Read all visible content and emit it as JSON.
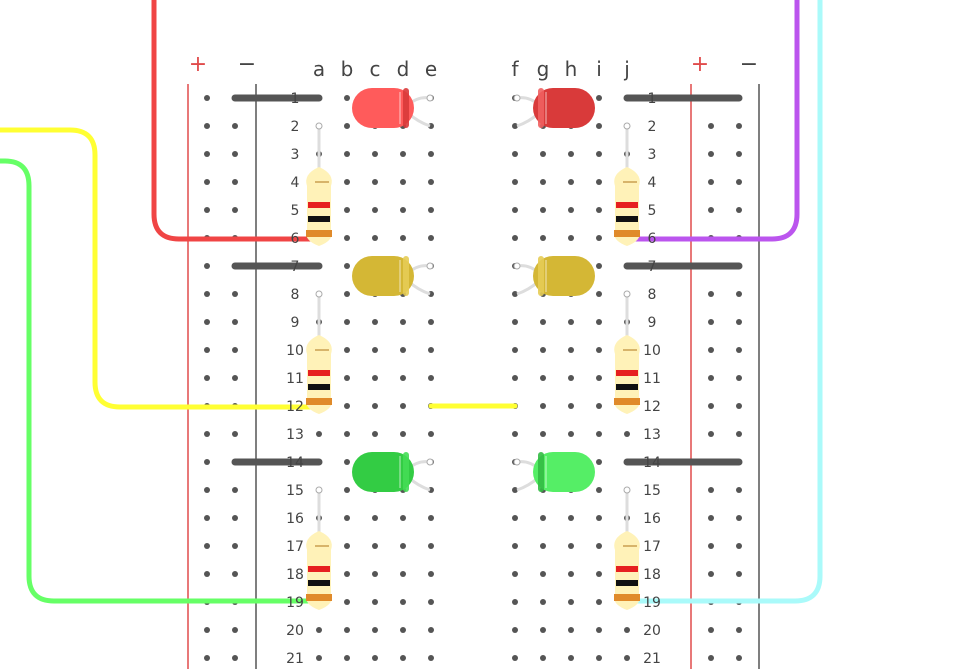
{
  "breadboard": {
    "rail_plus_symbol": "+",
    "rail_minus_symbol": "−",
    "left_columns": [
      "a",
      "b",
      "c",
      "d",
      "e"
    ],
    "right_columns": [
      "f",
      "g",
      "h",
      "i",
      "j"
    ],
    "row_numbers": [
      "1",
      "2",
      "3",
      "4",
      "5",
      "6",
      "7",
      "8",
      "9",
      "10",
      "11",
      "12",
      "13",
      "14",
      "15",
      "16",
      "17",
      "18",
      "19",
      "20",
      "21"
    ]
  },
  "colors": {
    "rail_plus_line": "#e04b4b",
    "rail_minus_line": "#555555",
    "hole": "#555555",
    "led_red": "#ff5b5b",
    "led_red_dark": "#d93a3a",
    "led_yellow": "#d4b735",
    "led_green": "#33cc44",
    "led_green_light": "#55ee66",
    "resistor_body": "#fff2b8",
    "wire_red": "#f04545",
    "wire_yellow": "#ffff33",
    "wire_green": "#66ff66",
    "wire_purple": "#bb55ee",
    "wire_cyan": "#aafafa",
    "jumper": "#555555"
  },
  "components": {
    "leds": [
      {
        "color": "red",
        "side": "left",
        "row": "1"
      },
      {
        "color": "red",
        "side": "right",
        "row": "1"
      },
      {
        "color": "yellow",
        "side": "left",
        "row": "7"
      },
      {
        "color": "yellow",
        "side": "right",
        "row": "7"
      },
      {
        "color": "green",
        "side": "left",
        "row": "14"
      },
      {
        "color": "green",
        "side": "right",
        "row": "14"
      }
    ],
    "resistors": [
      {
        "side": "left",
        "rows": [
          "2",
          "6"
        ]
      },
      {
        "side": "right",
        "rows": [
          "2",
          "6"
        ]
      },
      {
        "side": "left",
        "rows": [
          "8",
          "12"
        ]
      },
      {
        "side": "right",
        "rows": [
          "8",
          "12"
        ]
      },
      {
        "side": "left",
        "rows": [
          "15",
          "19"
        ]
      },
      {
        "side": "right",
        "rows": [
          "15",
          "19"
        ]
      }
    ],
    "wires": [
      "red",
      "yellow",
      "green",
      "purple",
      "cyan",
      "yellow-bridge"
    ]
  }
}
